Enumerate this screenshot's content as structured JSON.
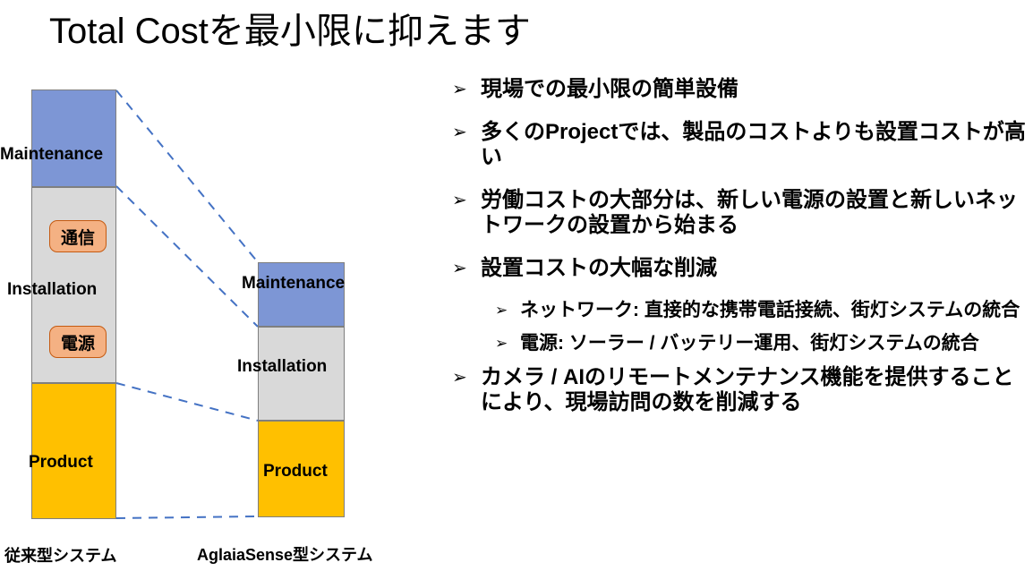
{
  "title": "Total Costを最小限に抑えます",
  "chart_data": {
    "type": "bar",
    "stacked": true,
    "orientation": "vertical",
    "categories": [
      "従来型システム",
      "AglaiaSense型システム"
    ],
    "series": [
      {
        "name": "Maintenance",
        "values": [
          108,
          72
        ],
        "color": "#7D96D5"
      },
      {
        "name": "Installation",
        "values": [
          220,
          105
        ],
        "color": "#D9D9D9"
      },
      {
        "name": "Product",
        "values": [
          152,
          108
        ],
        "color": "#FFC000"
      }
    ],
    "value_units": "relative cost (estimated from bar heights)",
    "installation_tags": [
      "通信",
      "電源"
    ],
    "legend": "none",
    "connector_style": {
      "color": "#4472C4",
      "dashed": true
    }
  },
  "bullets": {
    "marker": "➢",
    "items": [
      {
        "level": 1,
        "text": "現場での最小限の簡単設備"
      },
      {
        "level": 1,
        "text": "多くのProjectでは、製品のコストよりも設置コストが高い"
      },
      {
        "level": 1,
        "text": "労働コストの大部分は、新しい電源の設置と新しいネットワークの設置から始まる"
      },
      {
        "level": 1,
        "text": "設置コストの大幅な削減"
      },
      {
        "level": 2,
        "text": "ネットワーク: 直接的な携帯電話接続、街灯システムの統合"
      },
      {
        "level": 2,
        "text": "電源: ソーラー / バッテリー運用、街灯システムの統合"
      },
      {
        "level": 1,
        "text": "カメラ / AIのリモートメンテナンス機能を提供することにより、現場訪問の数を削減する"
      }
    ]
  }
}
